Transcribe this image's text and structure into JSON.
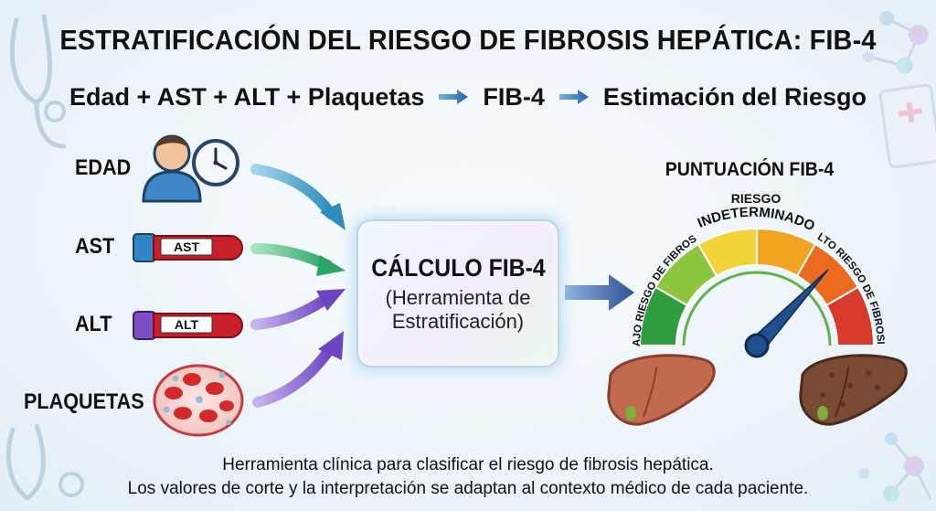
{
  "title": "ESTRATIFICACIÓN DEL RIESGO DE FIBROSIS HEPÁTICA: FIB-4",
  "subtitle": {
    "inputs": "Edad + AST + ALT + Plaquetas",
    "middle": "FIB-4",
    "result": "Estimación del Riesgo"
  },
  "inputs": {
    "edad": "EDAD",
    "ast": "AST",
    "ast_tube": "AST",
    "alt": "ALT",
    "alt_tube": "ALT",
    "plaquetas": "PLAQUETAS"
  },
  "center": {
    "title": "CÁLCULO FIB-4",
    "line1": "(Herramienta de",
    "line2": "Estratificación)"
  },
  "gauge": {
    "title": "PUNTUACIÓN FIB-4",
    "low_label": "BAJO RIESGO DE FIBROSIS",
    "mid_label_top": "RIESGO",
    "mid_label_bottom": "INDETERMINADO",
    "high_label": "ALTO RIESGO DE FIBROSIS",
    "needle_level": 0.74,
    "colors": [
      "#2e9e3e",
      "#8cc63f",
      "#f2d43a",
      "#f3a322",
      "#ea6a1f",
      "#d83a2c"
    ]
  },
  "footer": {
    "line1": "Herramienta clínica para clasificar el riesgo de fibrosis hepática.",
    "line2": "Los valores de corte y la interpretación se adaptan al contexto médico de cada paciente."
  },
  "colors": {
    "arrow_edad": "#3f9fc7",
    "arrow_ast": "#3db37a",
    "arrow_alt": "#7d56c9",
    "arrow_plaquetas": "#7d56c9",
    "arrow_output": "#3a5a9c"
  }
}
